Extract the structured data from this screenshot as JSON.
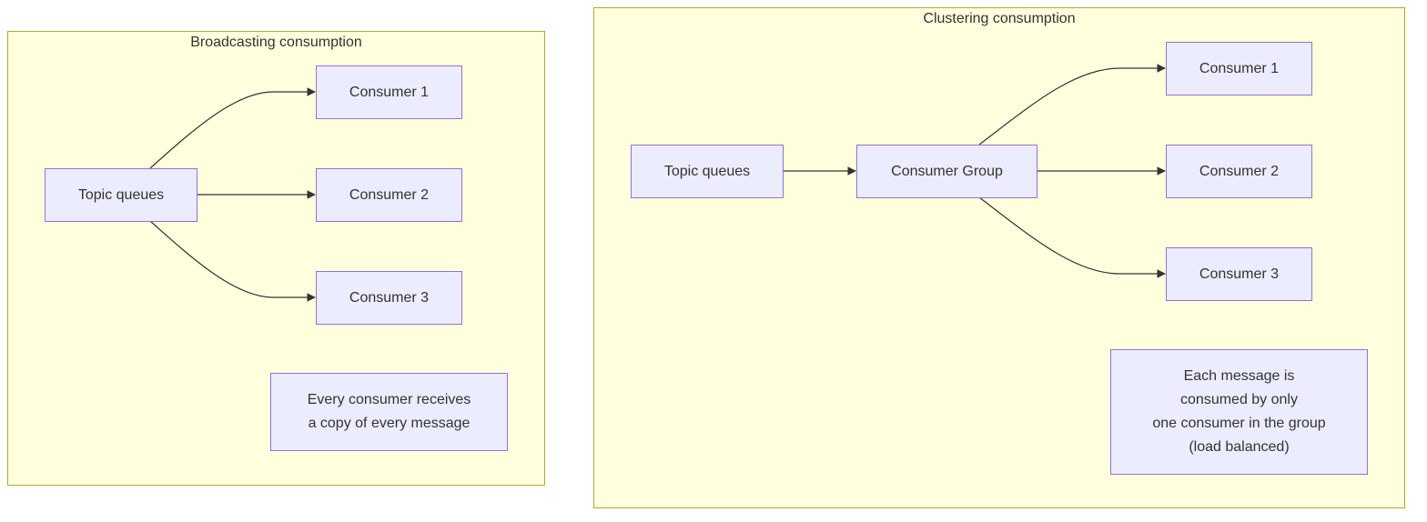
{
  "broadcast": {
    "title": "Broadcasting consumption",
    "source": "Topic queues",
    "consumers": [
      "Consumer 1",
      "Consumer 2",
      "Consumer 3"
    ],
    "note_lines": [
      "Every consumer receives",
      "a copy of every message"
    ]
  },
  "clustering": {
    "title": "Clustering consumption",
    "source": "Topic queues",
    "group": "Consumer Group",
    "consumers": [
      "Consumer 1",
      "Consumer 2",
      "Consumer 3"
    ],
    "note_lines": [
      "Each message is",
      "consumed by only",
      "one consumer in the group",
      "(load balanced)"
    ]
  },
  "colors": {
    "cluster_fill": "#ffffde",
    "cluster_border": "#aaaa33",
    "node_fill": "#ececff",
    "node_border": "#9370db",
    "edge": "#333333"
  }
}
